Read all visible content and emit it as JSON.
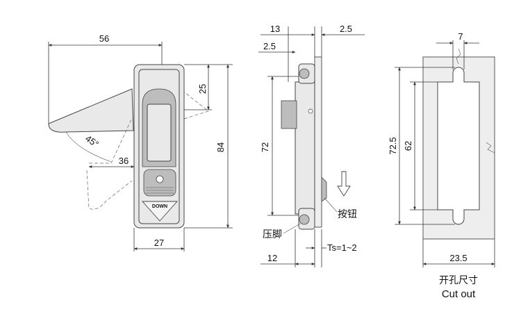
{
  "front_view": {
    "dim_width": "56",
    "dim_top": "25",
    "dim_height": "84",
    "dim_angle": "45°",
    "dim_swing": "36",
    "dim_base": "27",
    "down_label": "DOWN"
  },
  "side_view": {
    "dim_13": "13",
    "dim_2_5_top": "2.5",
    "dim_2_5_left": "2.5",
    "dim_72": "72",
    "dim_12": "12",
    "ts_label": "Ts=1~2",
    "button_label": "按钮",
    "foot_label": "压脚"
  },
  "cutout_view": {
    "dim_7": "7",
    "dim_72_5": "72.5",
    "dim_62": "62",
    "dim_23_5": "23.5",
    "title_cn": "开孔尺寸",
    "title_en": "Cut out"
  }
}
